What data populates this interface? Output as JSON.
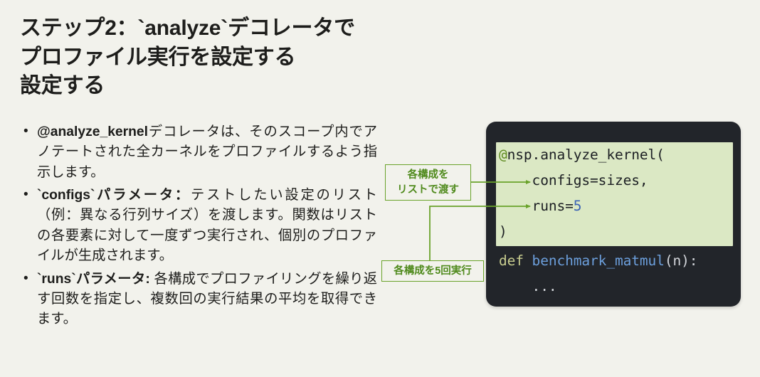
{
  "slide": {
    "background_color": "#f2f2ec",
    "title": "ステップ2：`analyze`デコレータで\nプロファイル実行を設定する\n設定する"
  },
  "bullets": [
    {
      "lead": "@analyze_kernel",
      "body": "デコレータは、そのスコープ内でアノテートされた全カーネルをプロファイルするよう指示します。"
    },
    {
      "lead": "`configs`パラメータ：",
      "body": "テストしたい設定のリスト（例：異なる行列サイズ）を渡します。関数はリストの各要素に対して一度ずつ実行され、個別のプロファイルが生成されます。"
    },
    {
      "lead": "`runs`パラメータ:",
      "body": " 各構成でプロファイリングを繰り返す回数を指定し、複数回の実行結果の平均を取得できます。"
    }
  ],
  "code": {
    "panel_background": "#22252a",
    "highlight_background": "#dbe8c4",
    "highlighted_lines": {
      "line1_at": "@",
      "line1_rest": "nsp.analyze_kernel(",
      "line2": "    configs=sizes,",
      "line3_text": "    runs=",
      "line3_number": "5",
      "line4": ")"
    },
    "tail_lines": {
      "line5_kw": "def",
      "line5_fn": " benchmark_matmul",
      "line5_rest": "(n):",
      "line6": "    ..."
    }
  },
  "callouts": {
    "border_color": "#6aa32b",
    "text_color": "#4f8a1c",
    "configs": "各構成を\nリストで渡す",
    "runs": "各構成を5回実行"
  }
}
